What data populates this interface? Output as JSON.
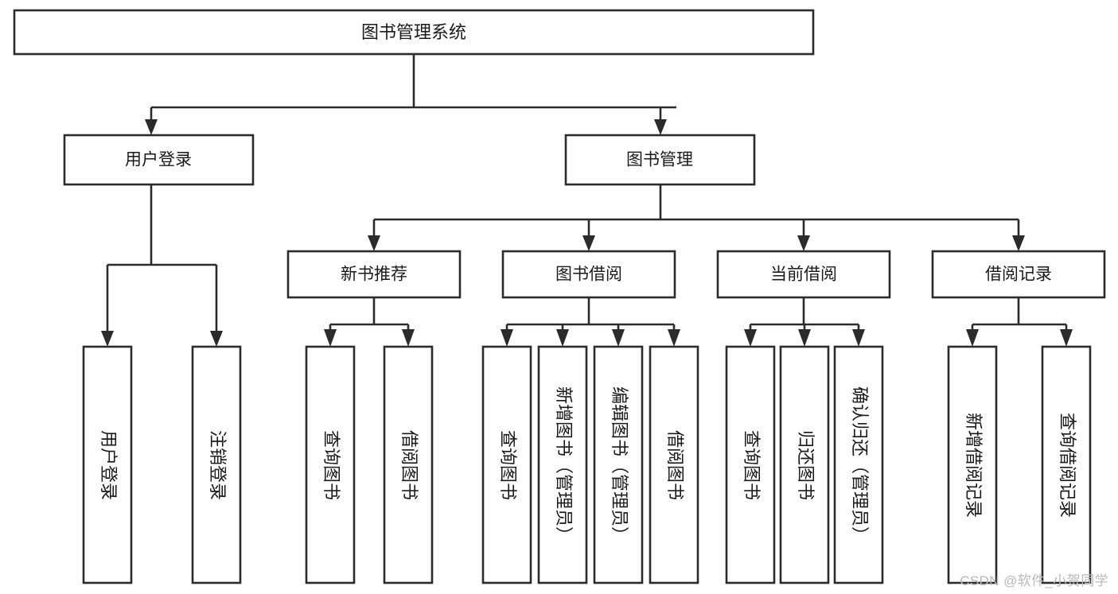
{
  "diagram": {
    "type": "tree-hierarchy",
    "title": "图书管理系统",
    "watermark": "CSDN @软件_小贺同学",
    "colors": {
      "stroke": "#2b2b2b",
      "box_fill": "#ffffff",
      "text": "#1a1a1a",
      "background": "#ffffff",
      "watermark": "#b9b9b9"
    },
    "root": {
      "label": "图书管理系统"
    },
    "level2": [
      {
        "label": "用户登录"
      },
      {
        "label": "图书管理"
      }
    ],
    "level3": [
      {
        "label": "新书推荐"
      },
      {
        "label": "图书借阅"
      },
      {
        "label": "当前借阅"
      },
      {
        "label": "借阅记录"
      }
    ],
    "leaves": {
      "user_login": [
        {
          "label": "用户登录"
        },
        {
          "label": "注销登录"
        }
      ],
      "new_book_recommend": [
        {
          "label": "查询图书"
        },
        {
          "label": "借阅图书"
        }
      ],
      "book_borrow": [
        {
          "label": "查询图书"
        },
        {
          "label": "新增图书（管理员）"
        },
        {
          "label": "编辑图书（管理员）"
        },
        {
          "label": "借阅图书"
        }
      ],
      "current_borrow": [
        {
          "label": "查询图书"
        },
        {
          "label": "归还图书"
        },
        {
          "label": "确认归还（管理员）"
        }
      ],
      "borrow_record": [
        {
          "label": "新增借阅记录"
        },
        {
          "label": "查询借阅记录"
        }
      ]
    }
  }
}
